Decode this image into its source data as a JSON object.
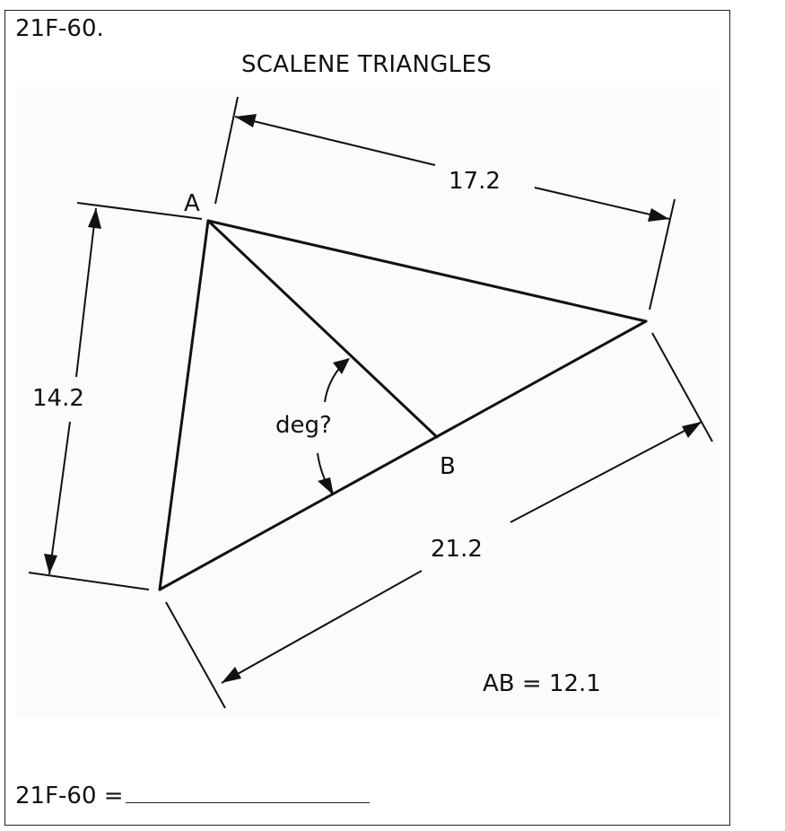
{
  "problem_id": "21F-60.",
  "title": "SCALENE TRIANGLES",
  "diagram": {
    "vertex_a_label": "A",
    "point_b_label": "B",
    "dim_top": "17.2",
    "dim_left": "14.2",
    "dim_bottom": "21.2",
    "angle_label": "deg?",
    "given": "AB = 12.1"
  },
  "answer": {
    "label": "21F-60 ="
  }
}
